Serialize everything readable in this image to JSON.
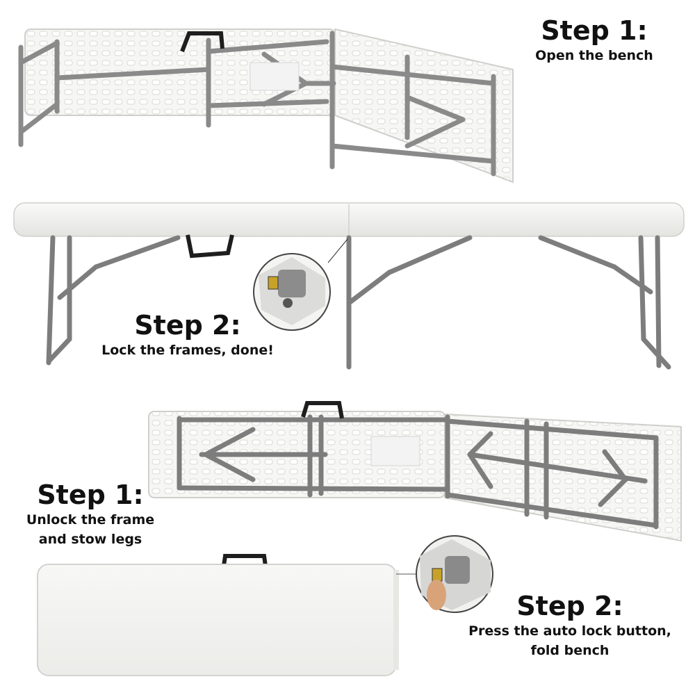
{
  "steps": {
    "open": {
      "step1": {
        "title": "Step 1:",
        "text": "Open the bench"
      },
      "step2": {
        "title": "Step 2:",
        "text": "Lock the frames, done!"
      }
    },
    "fold": {
      "step1": {
        "title": "Step 1:",
        "lines": [
          "Unlock the frame",
          "and stow legs"
        ]
      },
      "step2": {
        "title": "Step 2:",
        "lines": [
          "Press the auto lock button,",
          "fold bench"
        ]
      }
    }
  },
  "colors": {
    "background": "#ffffff",
    "tabletop": "#f2f2f0",
    "frame": "#7d7d7d",
    "handle": "#1e1e1e",
    "text": "#111111"
  }
}
